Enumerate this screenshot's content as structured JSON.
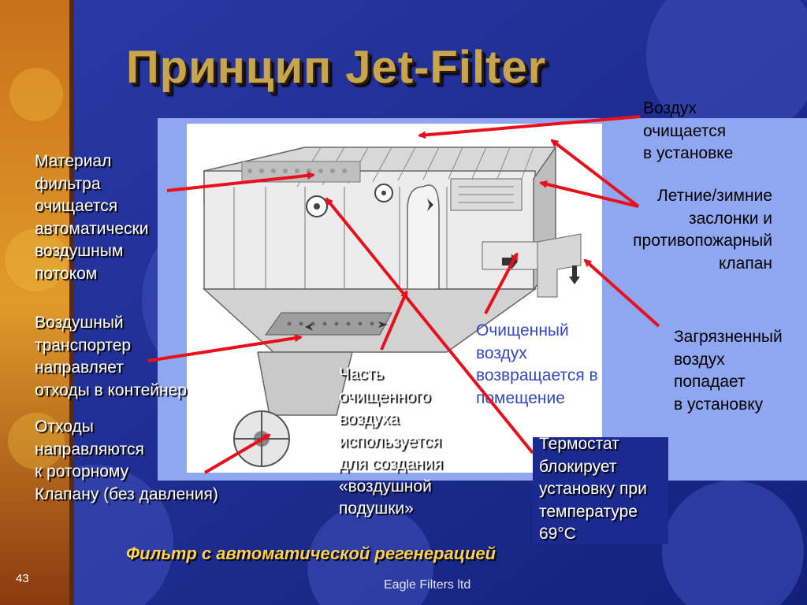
{
  "title": "Принцип Jet-Filter",
  "subtitle": "Фильтр с автоматической регенерацией",
  "slide_number": "43",
  "footer": "Eagle Filters ltd",
  "colors": {
    "background": "#1a2a8a",
    "panel": "#8fa7f0",
    "title": "#c8a44a",
    "subtitle": "#ffd24a",
    "arrow": "#e8101a",
    "accent_text": "#3447c8"
  },
  "labels": {
    "filter_material": [
      "Материал",
      "фильтра",
      "очищается",
      "автоматически",
      "воздушным",
      "потоком"
    ],
    "air_cleaned": [
      "Воздух",
      "очищается",
      "в установке"
    ],
    "dampers": [
      "Летние/зимние",
      "заслонки и",
      "противопожарный",
      "клапан"
    ],
    "conveyor": [
      "Воздушный",
      "транспортер",
      "направляет",
      "отходы в контейнер"
    ],
    "waste": [
      "Отходы",
      "направляются",
      "к роторному",
      "Клапану (без давления)"
    ],
    "air_cushion": [
      "Часть",
      "очищенного",
      "воздуха",
      "используется",
      "для создания",
      "«воздушной",
      "подушки»"
    ],
    "clean_air_return": [
      "Очищенный",
      "воздух",
      "возвращается в",
      "помещение"
    ],
    "dirty_air": [
      "Загрязненный",
      "воздух",
      "попадает",
      "в установку"
    ],
    "thermostat": [
      "Термостат",
      " блокирует",
      "установку при",
      "температуре",
      "69°С"
    ]
  }
}
